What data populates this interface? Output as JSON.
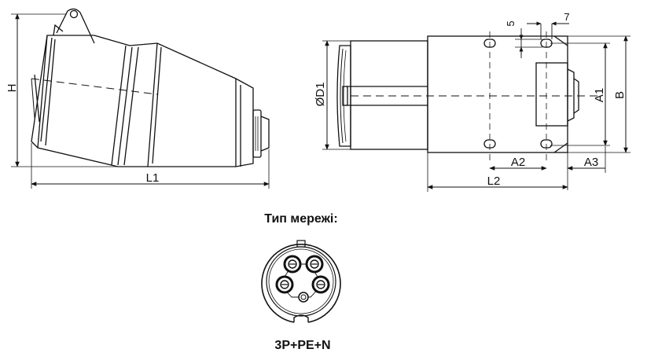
{
  "side_view": {
    "label_height": "H",
    "label_length": "L1"
  },
  "front_view": {
    "label_diameter": "ØD1",
    "label_slot_5": "5",
    "label_slot_7": "7",
    "label_a1": "A1",
    "label_b": "B",
    "label_a2": "A2",
    "label_a3": "A3",
    "label_l2": "L2"
  },
  "socket_face": {
    "title": "Тип мережі:",
    "type": "3P+PE+N",
    "pin_count": 5
  }
}
